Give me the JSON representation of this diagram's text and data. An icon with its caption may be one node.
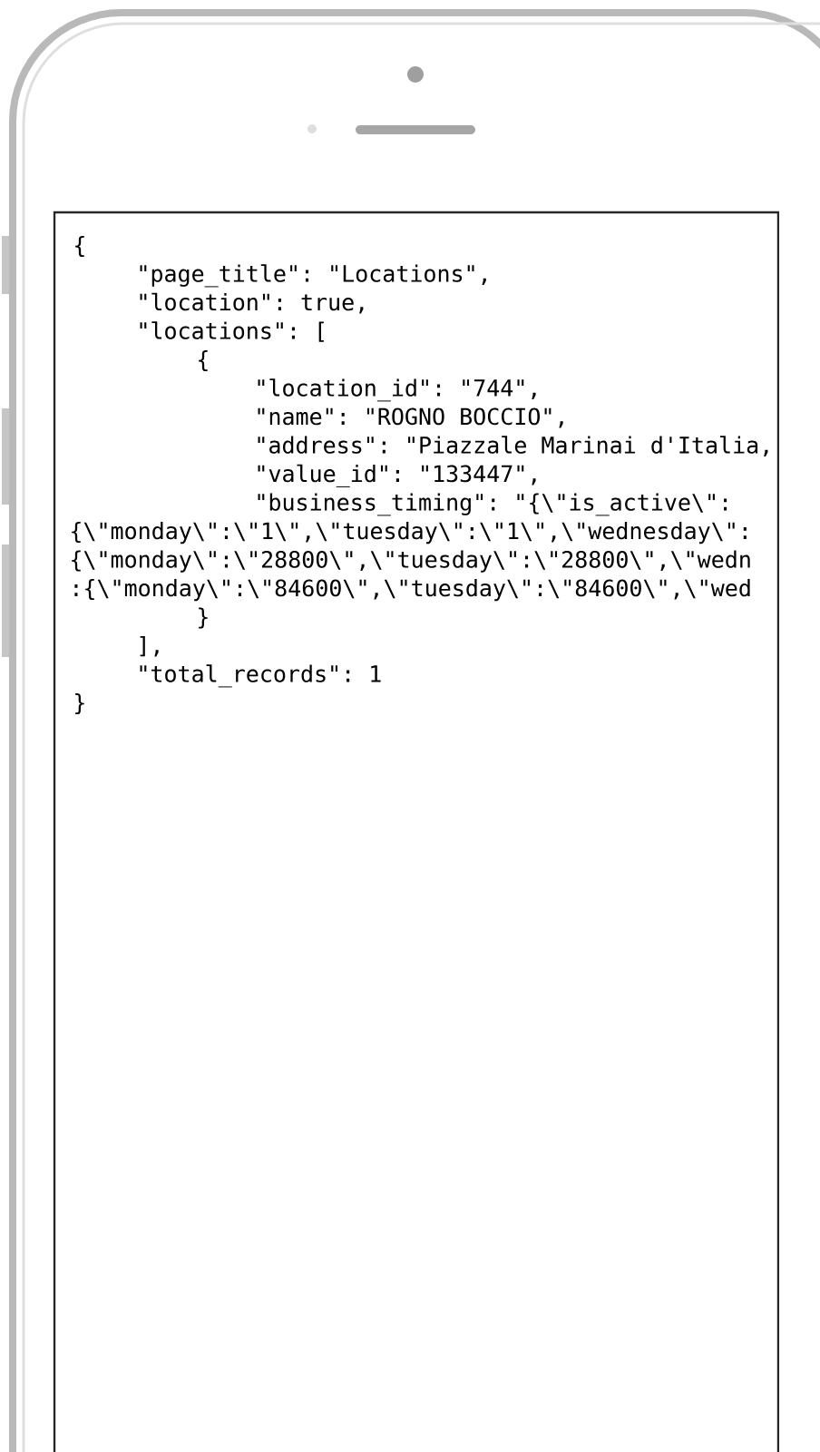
{
  "diagram": {
    "labels": [
      "{",
      "\"page_title\": \"Locations\",",
      "\"location\": true,",
      "\"locations\": [",
      "{",
      "\"location_id\": \"744\",",
      "\"name\": \"ROGNO BOCCIO\",",
      "\"address\": \"Piazzale Marinai d'Italia,",
      "\"value_id\": \"133447\",",
      "\"business_timing\": \"{\\\"is_active\\\":",
      "{\\\"monday\\\":\\\"1\\\",\\\"tuesday\\\":\\\"1\\\",\\\"wednesday\\\":",
      "{\\\"monday\\\":\\\"28800\\\",\\\"tuesday\\\":\\\"28800\\\",\\\"wedn",
      ":{\\\"monday\\\":\\\"84600\\\",\\\"tuesday\\\":\\\"84600\\\",\\\"wed",
      "}",
      "],",
      "\"total_records\": 1",
      "}"
    ]
  }
}
